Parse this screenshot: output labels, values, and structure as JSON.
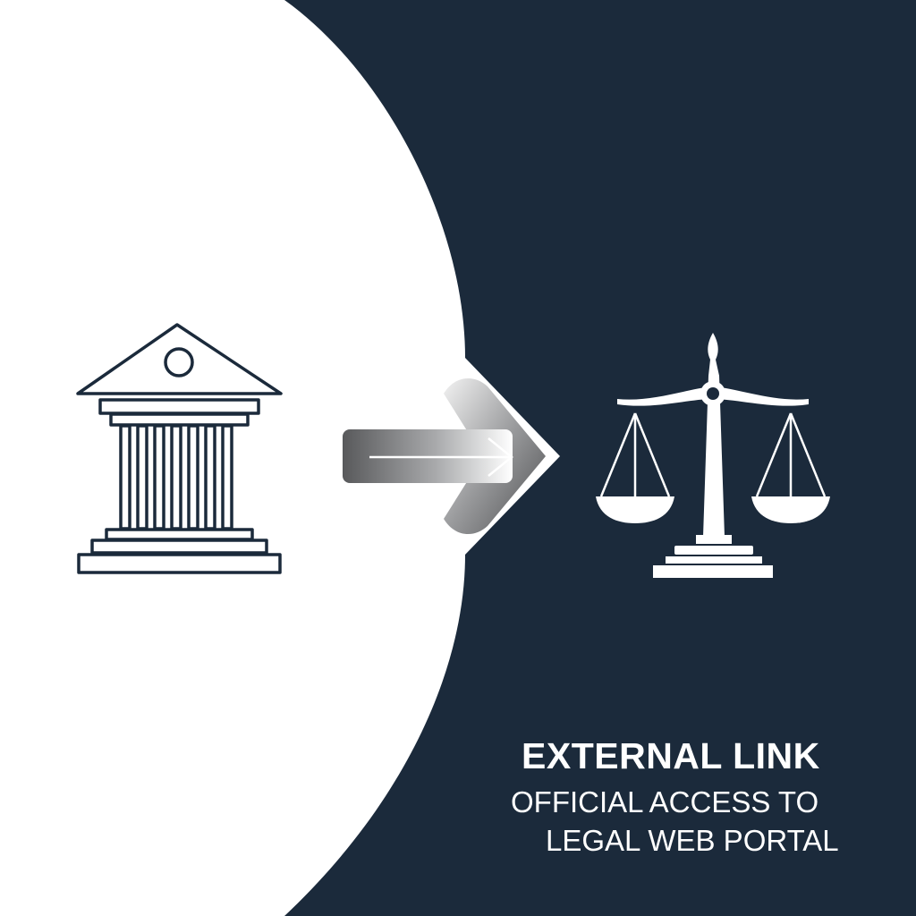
{
  "colors": {
    "navy": "#1b2a3b",
    "white": "#ffffff",
    "arrow_dark": "#58595b",
    "arrow_light": "#ffffff"
  },
  "icons": {
    "left": "courthouse-icon",
    "middle": "arrow-right-icon",
    "right": "scales-of-justice-icon"
  },
  "caption": {
    "title": "EXTERNAL LINK",
    "line1": "OFFICIAL ACCESS TO",
    "line2": "LEGAL WEB PORTAL"
  }
}
